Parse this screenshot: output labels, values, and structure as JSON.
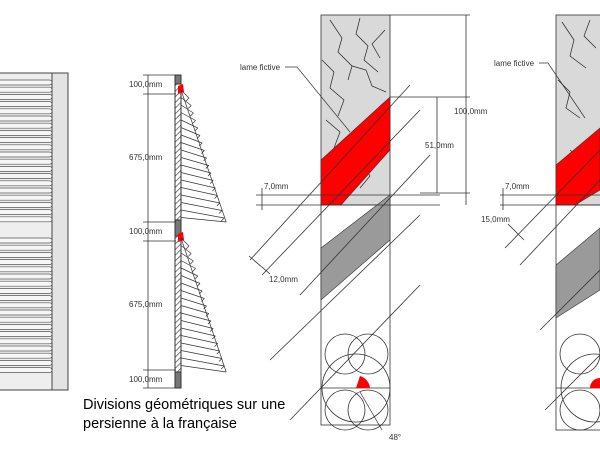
{
  "caption": {
    "line1": "Divisions géométriques sur une",
    "line2": "persienne à la française"
  },
  "profile_dims": {
    "d1": "100,0mm",
    "d2": "675,0mm",
    "d3": "100,0mm",
    "d4": "675,0mm",
    "d5": "100,0mm"
  },
  "detail_a": {
    "label": "lame fictive",
    "dim_total": "100,0mm",
    "dim_slat": "51,0mm",
    "dim_gap": "7,0mm",
    "dim_thick": "12,0mm",
    "angle": "48°"
  },
  "detail_b": {
    "label": "lame fictive",
    "dim_gap": "7,0mm",
    "dim_thick": "15,0mm"
  },
  "colors": {
    "slat_red": "#ff0000",
    "slat_grey": "#9a9a9a",
    "stile_fill": "#d9d9d9",
    "line": "#333333"
  }
}
